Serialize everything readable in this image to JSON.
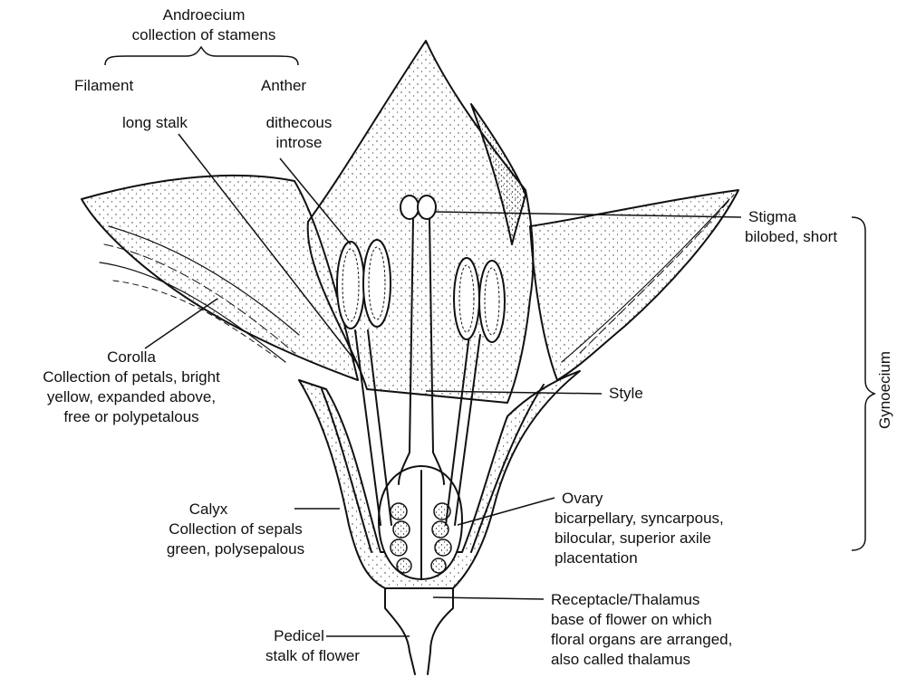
{
  "androecium": {
    "title": "Androecium",
    "subtitle": "collection of stamens",
    "filament": "Filament",
    "anther": "Anther"
  },
  "long_stalk": "long stalk",
  "anther_desc": [
    "dithecous",
    "introse"
  ],
  "stigma": {
    "name": "Stigma",
    "desc": "bilobed, short"
  },
  "gynoecium": "Gynoecium",
  "corolla": {
    "name": "Corolla",
    "lines": [
      "Collection of petals, bright",
      "yellow, expanded above,",
      "free or polypetalous"
    ]
  },
  "style": "Style",
  "calyx": {
    "name": "Calyx",
    "lines": [
      "Collection of sepals",
      "green, polysepalous"
    ]
  },
  "ovary": {
    "name": "Ovary",
    "lines": [
      "bicarpellary, syncarpous,",
      "bilocular, superior axile",
      "placentation"
    ]
  },
  "receptacle": {
    "name": "Receptacle/Thalamus",
    "lines": [
      "base of flower on which",
      "floral organs are arranged,",
      "also called thalamus"
    ]
  },
  "pedicel": {
    "name": "Pedicel",
    "desc": "stalk of flower"
  }
}
